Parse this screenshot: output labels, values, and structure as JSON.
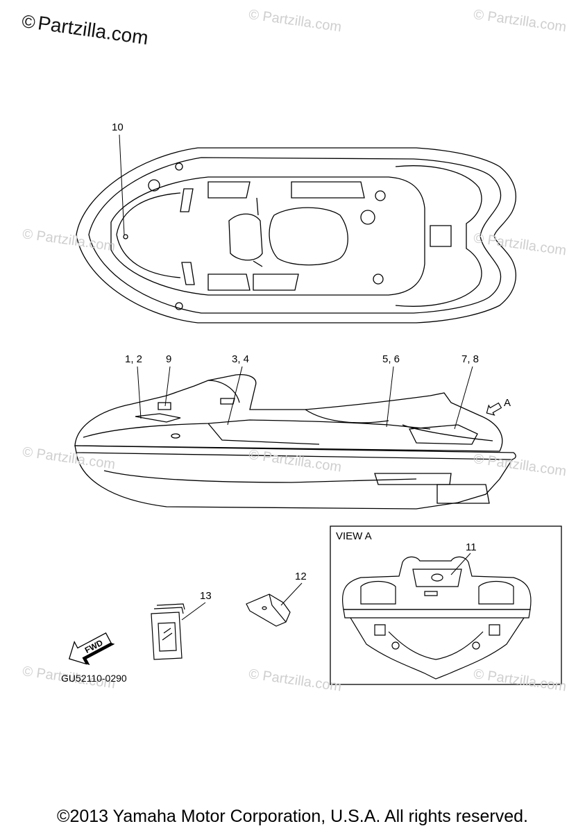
{
  "watermark": {
    "main_text": "Partzilla.com",
    "copyright_symbol": "©",
    "repeat_text": "© Partzilla.com"
  },
  "callouts": {
    "c10": "10",
    "c1_2": "1, 2",
    "c9": "9",
    "c3_4": "3, 4",
    "c5_6": "5, 6",
    "c7_8": "7, 8",
    "cA": "A",
    "c11": "11",
    "c12": "12",
    "c13": "13"
  },
  "view_a_label": "VIEW A",
  "fwd_label": "FWD",
  "diagram_code": "GU52110-0290",
  "copyright": "©2013 Yamaha Motor Corporation, U.S.A. All rights reserved."
}
